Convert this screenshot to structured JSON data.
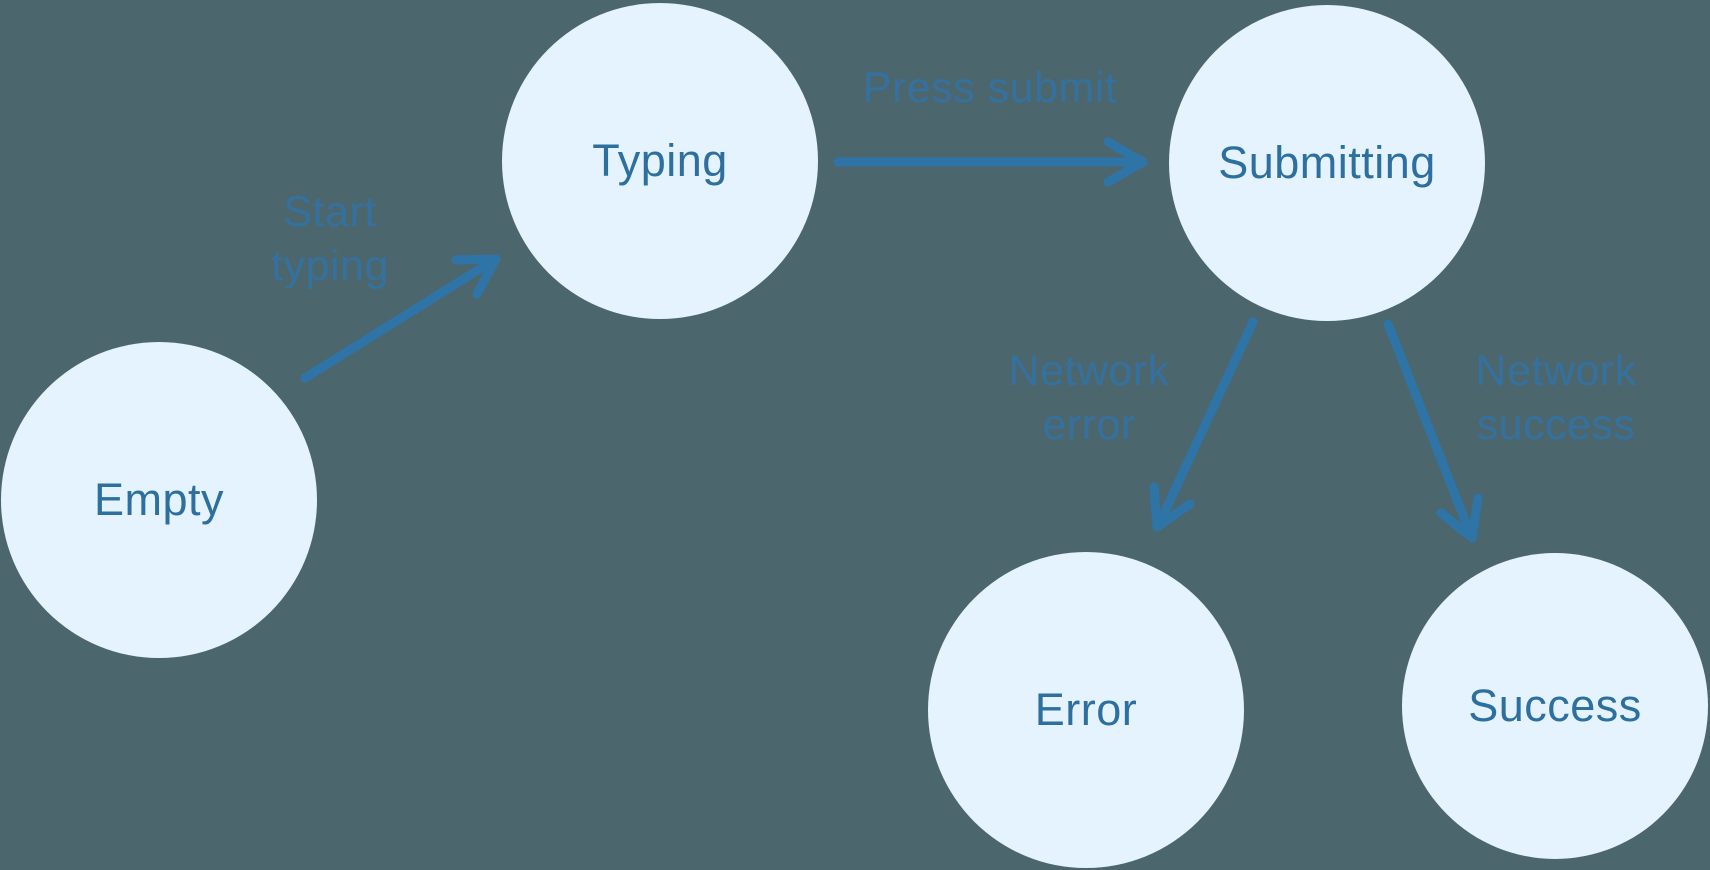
{
  "diagram": {
    "type": "state-machine",
    "nodes": [
      {
        "id": "empty",
        "label": "Empty"
      },
      {
        "id": "typing",
        "label": "Typing"
      },
      {
        "id": "submitting",
        "label": "Submitting"
      },
      {
        "id": "error",
        "label": "Error"
      },
      {
        "id": "success",
        "label": "Success"
      }
    ],
    "transitions": [
      {
        "from": "empty",
        "to": "typing",
        "label": "Start typing",
        "lines": [
          "Start",
          "typing"
        ]
      },
      {
        "from": "typing",
        "to": "submitting",
        "label": "Press submit",
        "lines": [
          "Press submit"
        ]
      },
      {
        "from": "submitting",
        "to": "error",
        "label": "Network error",
        "lines": [
          "Network",
          "error"
        ]
      },
      {
        "from": "submitting",
        "to": "success",
        "label": "Network success",
        "lines": [
          "Network",
          "success"
        ]
      }
    ],
    "colors": {
      "background": "#4C666E",
      "node_fill": "#E4F3FD",
      "node_text": "#2D6F9E",
      "arrow": "#2F74A7",
      "transition_label": "#35719E"
    }
  }
}
